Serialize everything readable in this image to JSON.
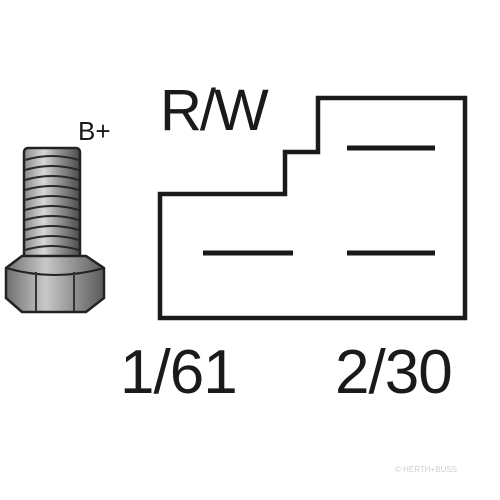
{
  "terminal_label": "B+",
  "connector_label": "R/W",
  "pin_labels": [
    "1/61",
    "2/30"
  ],
  "watermark": "© HERTH+BUSS"
}
